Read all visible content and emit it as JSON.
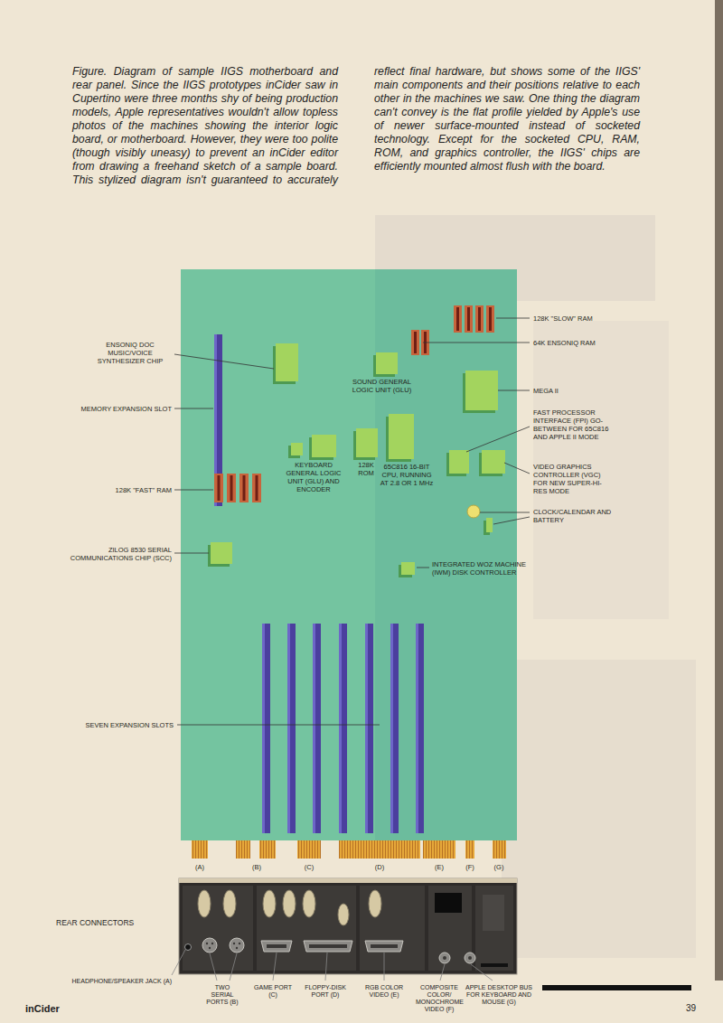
{
  "diagram": {
    "caption": "Figure. Diagram of sample IIGS motherboard and rear panel. Since the IIGS prototypes inCider saw in Cupertino were three months shy of being production models, Apple representatives wouldn't allow topless photos of the machines showing the interior logic board, or motherboard. However, they were too polite (though visibly uneasy) to prevent an inCider editor from drawing a freehand sketch of a sample board. This stylized diagram isn't guaranteed to accurately reflect final hardware, but shows some of the IIGS' main components and their positions relative to each other in the machines we saw. One thing the diagram can't convey is the flat profile yielded by Apple's use of newer surface-mounted instead of socketed technology. Except for the socketed CPU, RAM, ROM, and graphics controller, the IIGS' chips are efficiently mounted almost flush with the board.",
    "labels": [
      "ENSONIQ DOC MUSIC/VOICE SYNTHESIZER CHIP",
      "128K \"SLOW\" RAM",
      "64K ENSONIQ RAM",
      "SOUND GENERAL LOGIC UNIT (GLU)",
      "MEGA II",
      "MEMORY EXPANSION SLOT",
      "FAST PROCESSOR INTERFACE (FPI) GO-BETWEEN FOR 65C816 AND APPLE II MODE",
      "KEYBOARD GENERAL LOGIC UNIT (GLU) AND ENCODER",
      "128K ROM",
      "65C816 16-BIT CPU, RUNNING AT 2.8 OR 1 MHz",
      "VIDEO GRAPHICS CONTROLLER (VGC) FOR NEW SUPER-HI-RES MODE",
      "128K \"FAST\" RAM",
      "CLOCK/CALENDAR AND BATTERY",
      "ZILOG 8530 SERIAL COMMUNICATIONS CHIP (SCC)",
      "INTEGRATED WOZ MACHINE (IWM) DISK CONTROLLER",
      "SEVEN EXPANSION SLOTS",
      "(A)",
      "(B)",
      "(C)",
      "(D)",
      "(E)",
      "(F)",
      "(G)",
      "REAR CONNECTORS",
      "HEADPHONE/SPEAKER JACK (A)",
      "TWO SERIAL PORTS (B)",
      "GAME PORT (C)",
      "FLOPPY-DISK PORT (D)",
      "RGB COLOR VIDEO (E)",
      "COMPOSITE COLOR/ MONOCHROME VIDEO (F)",
      "APPLE DESKTOP BUS FOR KEYBOARD AND MOUSE (G)",
      "inCider",
      "39"
    ]
  }
}
